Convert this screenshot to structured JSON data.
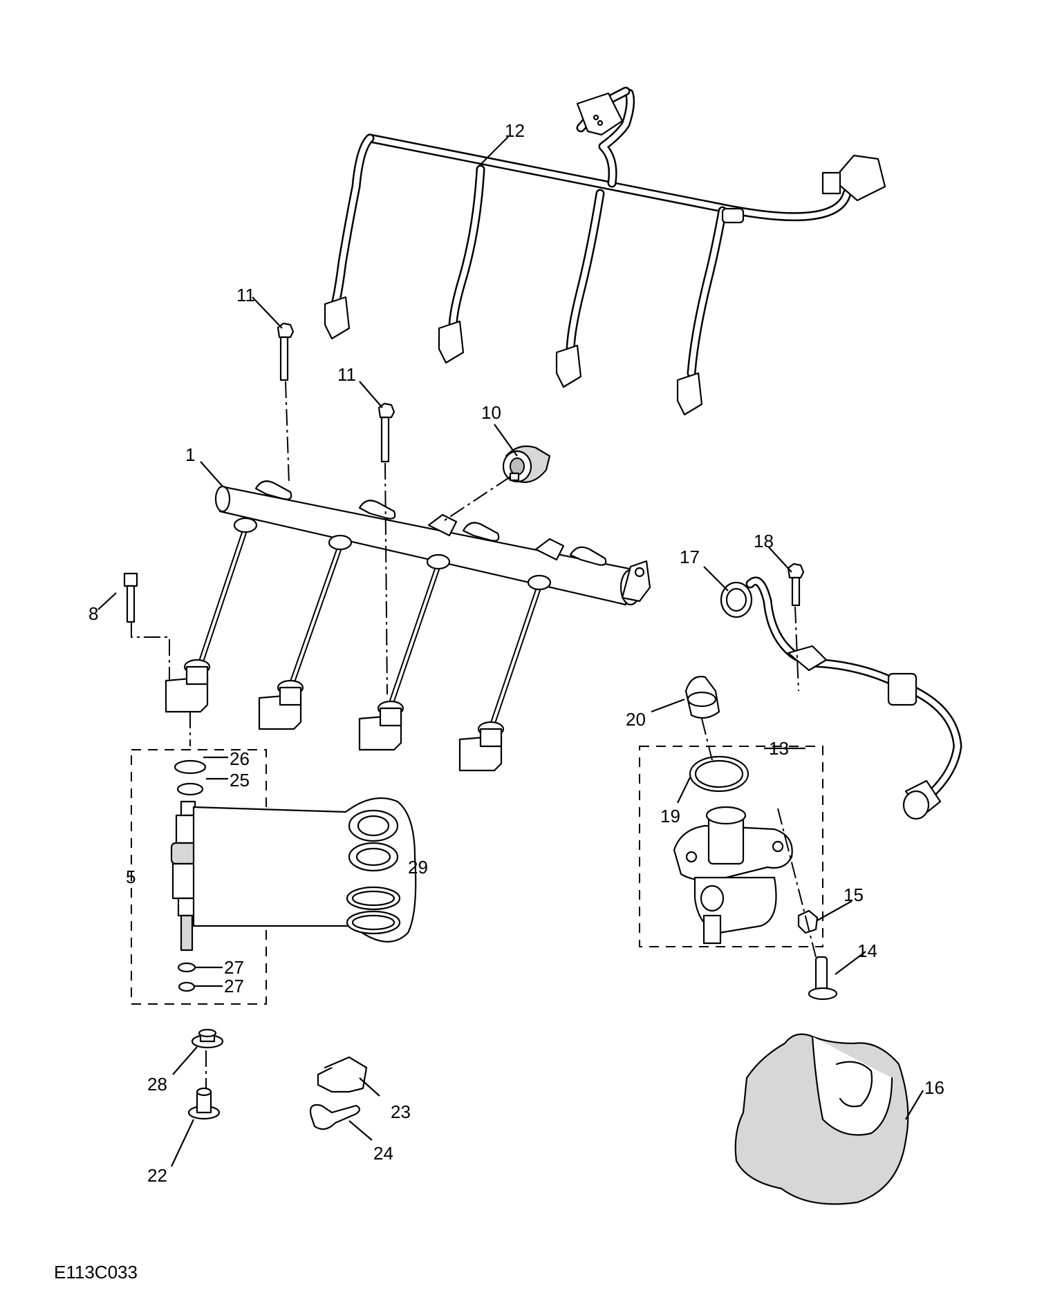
{
  "callouts": {
    "c1": "1",
    "c5": "5",
    "c8": "8",
    "c10": "10",
    "c11a": "11",
    "c11b": "11",
    "c12": "12",
    "c13": "13",
    "c14": "14",
    "c15": "15",
    "c16": "16",
    "c17": "17",
    "c18": "18",
    "c19": "19",
    "c20": "20",
    "c22": "22",
    "c23": "23",
    "c24": "24",
    "c25": "25",
    "c26": "26",
    "c27a": "27",
    "c27b": "27",
    "c28": "28",
    "c29": "29"
  },
  "figure_code": "E113C033"
}
